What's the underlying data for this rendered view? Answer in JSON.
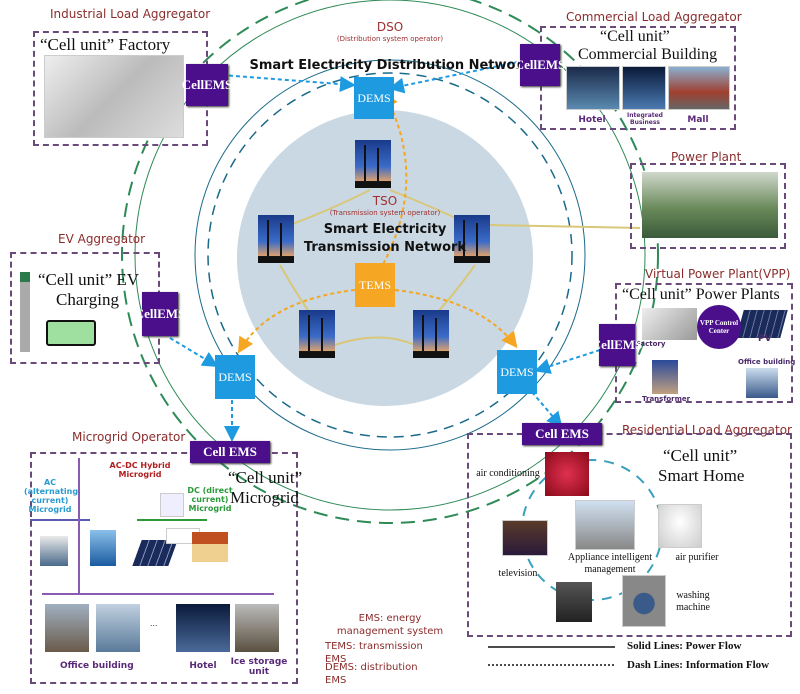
{
  "distribution": {
    "operator": "DSO",
    "operator_full": "(Distribution system operator)",
    "title": "Smart Electricity Distribution Network",
    "dems_label": "DEMS"
  },
  "transmission": {
    "operator": "TSO",
    "operator_full": "(Transmission system operator)",
    "title_line1": "Smart Electricity",
    "title_line2": "Transmission Network",
    "tems_label": "TEMS"
  },
  "cell_ems": {
    "line1": "Cell",
    "line2": "EMS",
    "inline": "Cell EMS"
  },
  "industrial": {
    "group": "Industrial Load Aggregator",
    "title": "“Cell unit” Factory"
  },
  "commercial": {
    "group": "Commercial Load Aggregator",
    "title_line1": "“Cell unit”",
    "title_line2": "Commercial  Building",
    "labels": [
      "Hotel",
      "Integrated Business",
      "Mall"
    ]
  },
  "power_plant": {
    "group": "Power Plant"
  },
  "ev": {
    "group": "EV Aggregator",
    "title_line1": "“Cell unit” EV",
    "title_line2": "Charging"
  },
  "vpp": {
    "group": "Virtual Power Plant(VPP)",
    "title": "“Cell unit” Power Plants",
    "center": "VPP Control Center",
    "labels": {
      "factory": "Factory",
      "pv": "PV",
      "office": "Office building",
      "transformer": "Transformer"
    }
  },
  "microgrid": {
    "group": "Microgrid Operator",
    "title_line1": "“Cell unit”",
    "title_line2": "Microgrid",
    "hybrid": "AC-DC Hybrid Microgrid",
    "ac": "AC (alternating current) Microgrid",
    "dc": "DC (direct current) Microgrid",
    "ellipsis": "...",
    "labels": [
      "Office building",
      "Hotel",
      "Ice storage unit"
    ]
  },
  "residential": {
    "group": "Residential Load Aggregator",
    "title_line1": "“Cell unit”",
    "title_line2": "Smart Home",
    "labels": {
      "ac": "air conditioning",
      "tv": "television",
      "center": "Appliance intelligent management",
      "purifier": "air purifier",
      "washer": "washing machine"
    }
  },
  "legend": {
    "ems": "EMS: energy management system",
    "tems": "TEMS: transmission EMS",
    "dems": "DEMS: distribution EMS",
    "solid": "Solid Lines: Power Flow",
    "dash": "Dash Lines: Information Flow"
  },
  "colors": {
    "cell_ems": "#4b0f8c",
    "dems": "#1e9be0",
    "tems": "#f5a623",
    "group_title": "#8b2c2c",
    "core_circle": "#c9d8e2"
  }
}
